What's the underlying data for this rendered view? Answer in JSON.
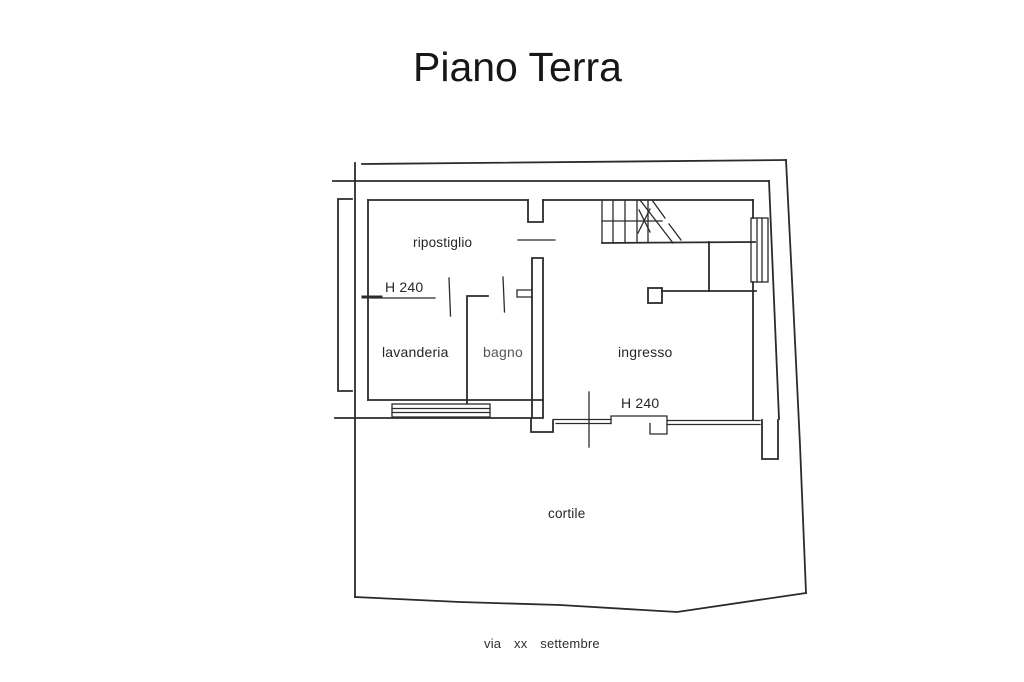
{
  "title": "Piano Terra",
  "plan": {
    "rooms": {
      "ripostiglio": "ripostiglio",
      "lavanderia": "lavanderia",
      "bagno": "bagno",
      "ingresso": "ingresso",
      "cortile": "cortile"
    },
    "heights": {
      "lavanderia_zone": "H 240",
      "ingresso_zone": "H 240"
    },
    "street": "via xx settembre"
  },
  "colors": {
    "background": "#ffffff",
    "line": "#2b2b2b",
    "text": "#262626"
  }
}
